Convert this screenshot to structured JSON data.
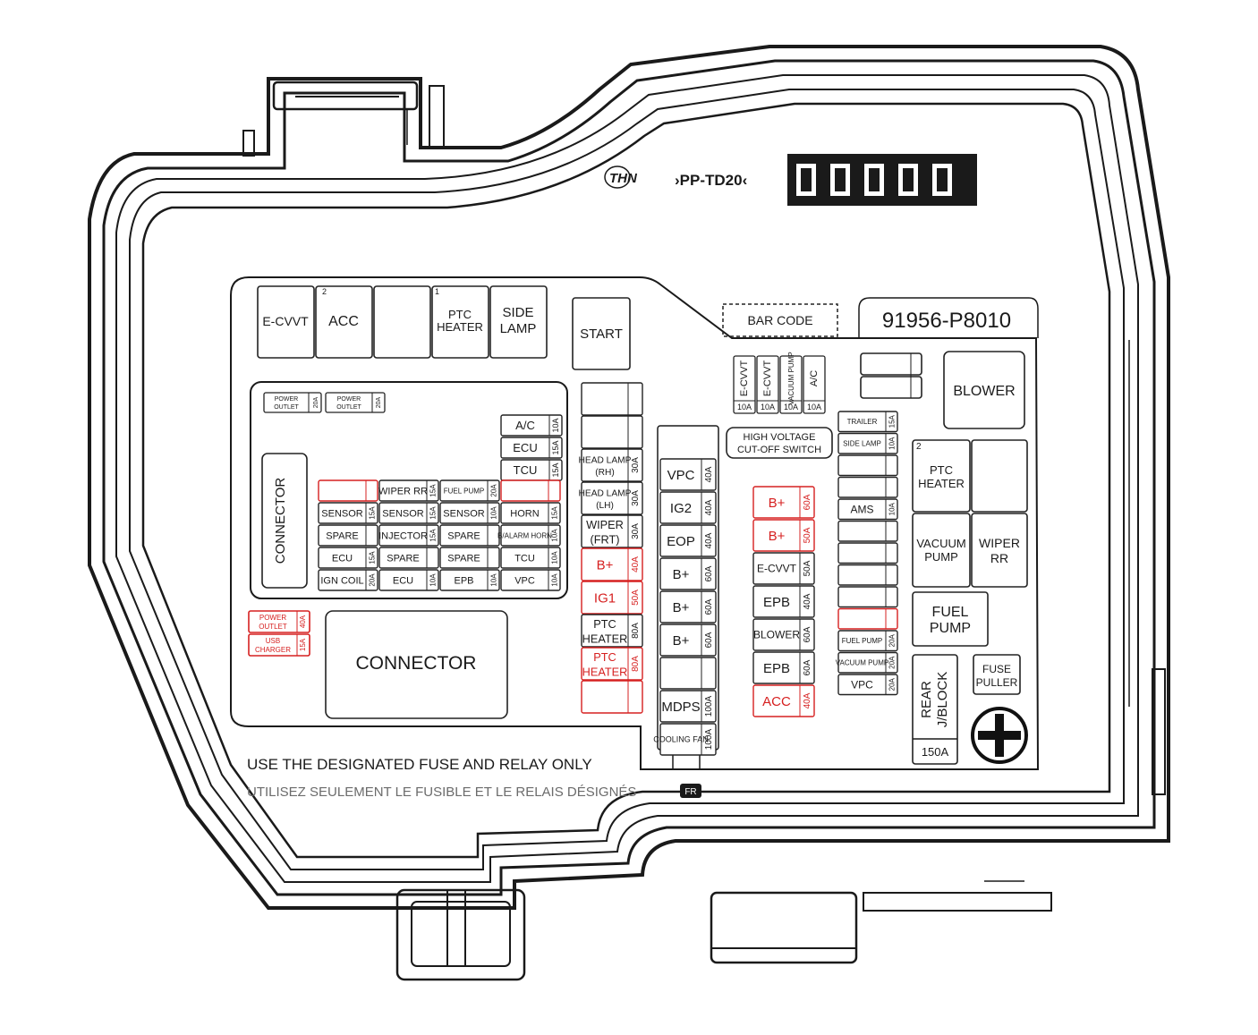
{
  "header": {
    "maker_logo": "THN",
    "part_code": "›PP-TD20‹",
    "bar_code_label": "BAR CODE",
    "part_number": "91956-P8010"
  },
  "colors": {
    "line": "#1a1a1a",
    "accent": "#d62020",
    "note_gray": "#6b6b6b"
  },
  "relays": {
    "ecvvt": "E-CVVT",
    "acc": "ACC",
    "acc_index": "2",
    "ptc_heater_index": "1",
    "ptc_heater_l1": "PTC",
    "ptc_heater_l2": "HEATER",
    "side_lamp_l1": "SIDE",
    "side_lamp_l2": "LAMP",
    "start": "START",
    "blower": "BLOWER",
    "ptc_heater2_index": "2",
    "ptc_heater2_l1": "PTC",
    "ptc_heater2_l2": "HEATER",
    "vacuum_pump_l1": "VACUUM",
    "vacuum_pump_l2": "PUMP",
    "wiper_rr_l1": "WIPER",
    "wiper_rr_l2": "RR",
    "fuel_pump_l1": "FUEL",
    "fuel_pump_l2": "PUMP"
  },
  "labels": {
    "connector_v": "CONNECTOR",
    "connector_main": "CONNECTOR",
    "hv_cutoff_l1": "HIGH VOLTAGE",
    "hv_cutoff_l2": "CUT-OFF SWITCH",
    "rear_jblock_l1": "REAR",
    "rear_jblock_l2": "J/BLOCK",
    "rear_jblock_amp": "150A",
    "fuse_puller_l1": "FUSE",
    "fuse_puller_l2": "PULLER"
  },
  "left_block": {
    "power_outlet_1": {
      "l1": "POWER",
      "l2": "OUTLET",
      "amp": "20A"
    },
    "power_outlet_2": {
      "l1": "POWER",
      "l2": "OUTLET",
      "amp": "20A"
    },
    "right_col": [
      {
        "name": "A/C",
        "amp": "10A"
      },
      {
        "name": "ECU",
        "amp": "15A"
      },
      {
        "name": "TCU",
        "amp": "15A"
      }
    ],
    "row1": [
      {
        "name": "",
        "amp": "",
        "red": true
      },
      {
        "name": "WIPER RR",
        "amp": "15A"
      },
      {
        "name": "FUEL PUMP",
        "amp": "20A"
      },
      {
        "name": "",
        "amp": "",
        "red": true
      }
    ],
    "row2": [
      {
        "name": "SENSOR",
        "amp": "15A"
      },
      {
        "name": "SENSOR",
        "amp": "15A"
      },
      {
        "name": "SENSOR",
        "amp": "10A"
      },
      {
        "name": "HORN",
        "amp": "15A"
      }
    ],
    "row3": [
      {
        "name": "SPARE",
        "amp": ""
      },
      {
        "name": "INJECTOR",
        "amp": "15A"
      },
      {
        "name": "SPARE",
        "amp": ""
      },
      {
        "name": "B/ALARM HORN",
        "amp": "10A"
      }
    ],
    "row4": [
      {
        "name": "ECU",
        "amp": "15A"
      },
      {
        "name": "SPARE",
        "amp": ""
      },
      {
        "name": "SPARE",
        "amp": ""
      },
      {
        "name": "TCU",
        "amp": "10A"
      }
    ],
    "row5": [
      {
        "name": "IGN COIL",
        "amp": "20A"
      },
      {
        "name": "ECU",
        "amp": "10A"
      },
      {
        "name": "EPB",
        "amp": "10A"
      },
      {
        "name": "VPC",
        "amp": "10A"
      }
    ],
    "red_outlet": {
      "l1": "POWER",
      "l2": "OUTLET",
      "amp": "40A"
    },
    "red_usb": {
      "l1": "USB",
      "l2": "CHARGER",
      "amp": "15A"
    }
  },
  "column_a": [
    {
      "l1": "",
      "l2": "",
      "amp": ""
    },
    {
      "l1": "",
      "l2": "",
      "amp": ""
    },
    {
      "l1": "HEAD LAMP",
      "l2": "(RH)",
      "amp": "30A"
    },
    {
      "l1": "HEAD LAMP",
      "l2": "(LH)",
      "amp": "30A"
    },
    {
      "l1": "WIPER",
      "l2": "(FRT)",
      "amp": "30A"
    },
    {
      "l1": "B+",
      "l2": "",
      "amp": "40A",
      "red": true
    },
    {
      "l1": "IG1",
      "l2": "",
      "amp": "50A",
      "red": true
    },
    {
      "l1": "PTC",
      "l2": "HEATER",
      "amp": "80A"
    },
    {
      "l1": "PTC",
      "l2": "HEATER",
      "amp": "80A",
      "red": true
    },
    {
      "l1": "",
      "l2": "",
      "amp": "",
      "red": true
    }
  ],
  "column_b": [
    {
      "name": "VPC",
      "amp": "40A"
    },
    {
      "name": "IG2",
      "amp": "40A"
    },
    {
      "name": "EOP",
      "amp": "40A"
    },
    {
      "name": "B+",
      "amp": "60A"
    },
    {
      "name": "B+",
      "amp": "60A"
    },
    {
      "name": "B+",
      "amp": "60A"
    },
    {
      "name": "",
      "amp": ""
    },
    {
      "name": "MDPS",
      "amp": "100A"
    },
    {
      "name": "COOLING FAN",
      "amp": "100A"
    }
  ],
  "small_vert": [
    {
      "name": "E-CVVT",
      "amp": "10A"
    },
    {
      "name": "E-CVVT",
      "amp": "10A"
    },
    {
      "name": "VACUUM PUMP",
      "amp": "10A"
    },
    {
      "name": "A/C",
      "amp": "10A"
    }
  ],
  "column_c": [
    {
      "name": "B+",
      "amp": "60A",
      "red": true
    },
    {
      "name": "B+",
      "amp": "50A",
      "red": true
    },
    {
      "name": "E-CVVT",
      "amp": "50A"
    },
    {
      "name": "EPB",
      "amp": "40A"
    },
    {
      "name": "BLOWER",
      "amp": "60A"
    },
    {
      "name": "EPB",
      "amp": "60A"
    },
    {
      "name": "ACC",
      "amp": "40A",
      "red": true
    }
  ],
  "column_d": [
    {
      "name": "TRAILER",
      "amp": "15A"
    },
    {
      "name": "SIDE LAMP",
      "amp": "10A"
    },
    {
      "name": "",
      "amp": ""
    },
    {
      "name": "",
      "amp": ""
    },
    {
      "name": "AMS",
      "amp": "10A"
    },
    {
      "name": "",
      "amp": ""
    },
    {
      "name": "",
      "amp": ""
    },
    {
      "name": "",
      "amp": ""
    },
    {
      "name": "",
      "amp": ""
    },
    {
      "name": "",
      "amp": "",
      "red": true
    },
    {
      "name": "FUEL PUMP",
      "amp": "20A"
    },
    {
      "name": "VACUUM PUMP",
      "amp": "20A"
    },
    {
      "name": "VPC",
      "amp": "20A"
    }
  ],
  "notes": {
    "english": "USE THE DESIGNATED FUSE AND RELAY ONLY",
    "french": "UTILISEZ SEULEMENT LE FUSIBLE ET LE RELAIS DÉSIGNÉS",
    "french_badge": "FR"
  }
}
